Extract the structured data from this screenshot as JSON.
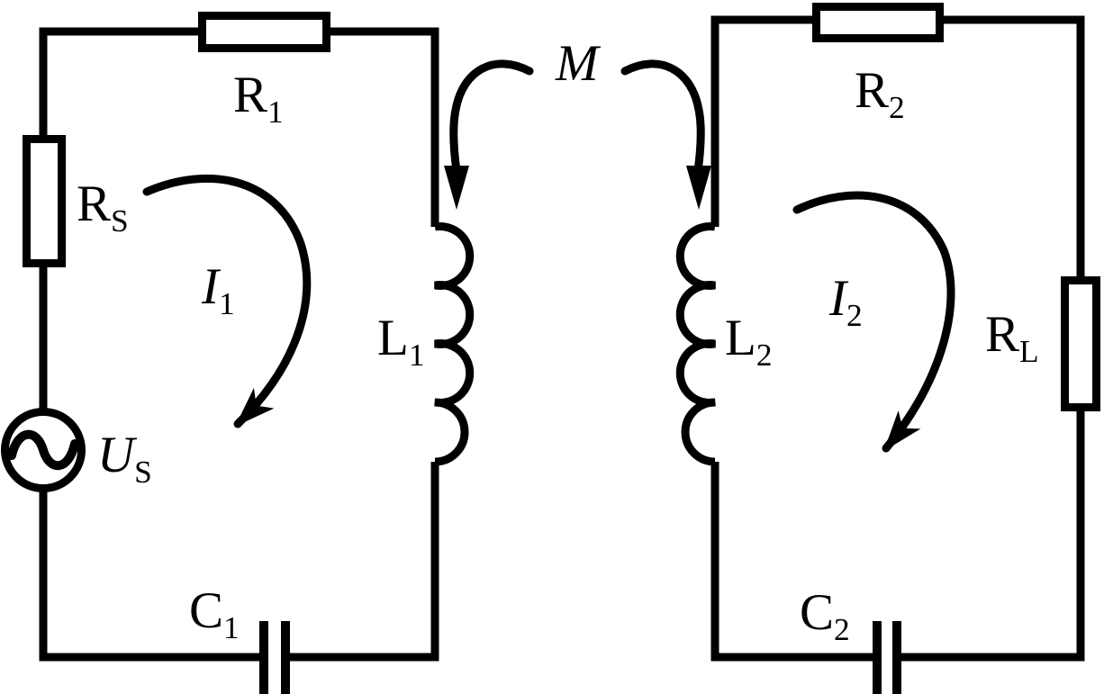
{
  "figure": {
    "kind": "circuit-diagram",
    "description": "Two magnetically coupled series resonant loops: AC source Us with source resistance Rs, R1, L1, C1 (current I1) coupled via mutual inductance M to loop with R2, L2, C2 and load RL (current I2)",
    "background_color": "#ffffff",
    "line_color": "#000000"
  },
  "labels": {
    "m": {
      "base": "M",
      "sub": ""
    },
    "r1": {
      "base": "R",
      "sub": "1"
    },
    "rs": {
      "base": "R",
      "sub": "S"
    },
    "us": {
      "base": "U",
      "sub": "S"
    },
    "i1": {
      "base": "I",
      "sub": "1"
    },
    "l1": {
      "base": "L",
      "sub": "1"
    },
    "c1": {
      "base": "C",
      "sub": "1"
    },
    "r2": {
      "base": "R",
      "sub": "2"
    },
    "l2": {
      "base": "L",
      "sub": "2"
    },
    "i2": {
      "base": "I",
      "sub": "2"
    },
    "rl": {
      "base": "R",
      "sub": "L"
    },
    "c2": {
      "base": "C",
      "sub": "2"
    }
  },
  "components": {
    "left_loop": [
      "ac-voltage-source Us",
      "resistor Rs",
      "resistor R1",
      "inductor L1",
      "capacitor C1"
    ],
    "right_loop": [
      "resistor R2",
      "inductor L2",
      "capacitor C2",
      "load-resistor RL"
    ],
    "coupling": "mutual-inductance M between L1 and L2",
    "currents": [
      {
        "name": "I1",
        "loop": "left",
        "direction": "clockwise"
      },
      {
        "name": "I2",
        "loop": "right",
        "direction": "clockwise"
      }
    ]
  }
}
